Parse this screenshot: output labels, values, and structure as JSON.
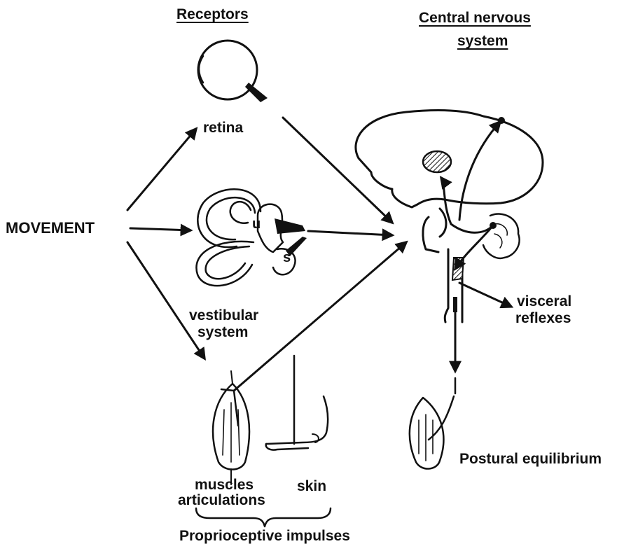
{
  "headers": {
    "receptors": "Receptors",
    "cns_line1": "Central  nervous",
    "cns_line2": "system"
  },
  "labels": {
    "movement": "MOVEMENT",
    "retina": "retina",
    "vestibular_line1": "vestibular",
    "vestibular_line2": "system",
    "utricle": "u",
    "saccule": "s",
    "visceral_line1": "visceral",
    "visceral_line2": "reflexes",
    "muscles": "muscles",
    "skin": "skin",
    "articulations": "articulations",
    "proprioceptive": "Proprioceptive  impulses",
    "postural": "Postural  equilibrium"
  },
  "colors": {
    "ink": "#111111",
    "background": "#ffffff"
  }
}
